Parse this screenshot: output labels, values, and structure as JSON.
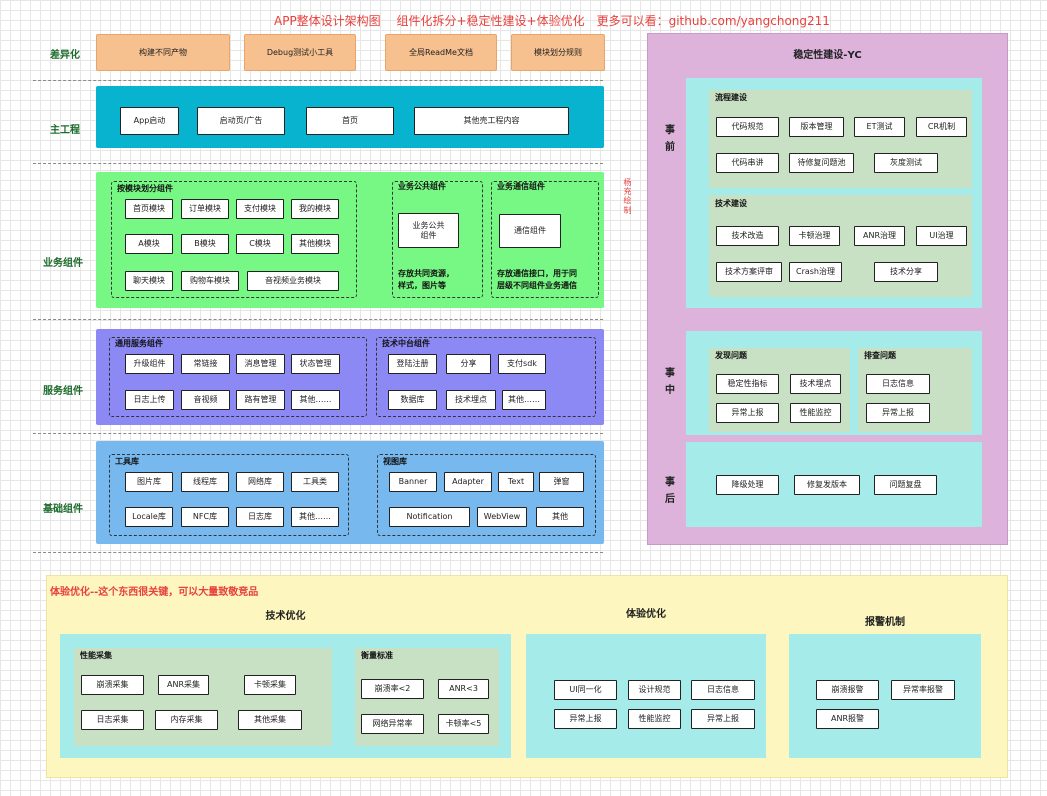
{
  "header": {
    "title": "APP整体设计架构图　 组件化拆分+稳定性建设+体验优化　更多可以看：github.com/yangchong211"
  },
  "rows": {
    "diff": {
      "label": "差异化",
      "items": [
        "构建不同产物",
        "Debug测试小工具",
        "全局ReadMe文档",
        "模块划分规则"
      ]
    },
    "main": {
      "label": "主工程",
      "items": [
        "App启动",
        "启动页/广告",
        "首页",
        "其他壳工程内容"
      ]
    },
    "business": {
      "label": "业务组件",
      "module_group": {
        "title": "按模块划分组件",
        "items": [
          "首页模块",
          "订单模块",
          "支付模块",
          "我的模块",
          "A模块",
          "B模块",
          "C模块",
          "其他模块",
          "聊天模块",
          "购物车模块",
          "音视频业务模块"
        ]
      },
      "public_group": {
        "title": "业务公共组件",
        "box": "业务公共\n组件",
        "note": "存放共同资源，\n样式，图片等"
      },
      "comm_group": {
        "title": "业务通信组件",
        "box": "通信组件",
        "note": "存放通信接口，用于同\n层级不同组件业务通信"
      }
    },
    "service": {
      "label": "服务组件",
      "common_group": {
        "title": "通用服务组件",
        "items": [
          "升级组件",
          "常链接",
          "消息管理",
          "状态管理",
          "日志上传",
          "音视频",
          "路有管理",
          "其他……"
        ]
      },
      "tech_group": {
        "title": "技术中台组件",
        "items": [
          "登陆注册",
          "分享",
          "支付sdk",
          "数据库",
          "技术埋点",
          "其他……"
        ]
      }
    },
    "base": {
      "label": "基础组件",
      "tool_group": {
        "title": "工具库",
        "items": [
          "图片库",
          "线程库",
          "网络库",
          "工具类",
          "Locale库",
          "NFC库",
          "日志库",
          "其他……"
        ]
      },
      "view_group": {
        "title": "视图库",
        "items": [
          "Banner",
          "Adapter",
          "Text",
          "弹窗",
          "Notification",
          "WebView",
          "其他"
        ]
      }
    }
  },
  "side_note": "杨充绘制",
  "stability": {
    "title": "稳定性建设-YC",
    "before": {
      "label": "事前",
      "process": {
        "title": "流程建设",
        "items": [
          "代码规范",
          "版本管理",
          "ET测试",
          "CR机制",
          "代码串讲",
          "待修复问题池",
          "灰度测试"
        ]
      },
      "tech": {
        "title": "技术建设",
        "items": [
          "技术改造",
          "卡顿治理",
          "ANR治理",
          "UI治理",
          "技术方案评审",
          "Crash治理",
          "技术分享"
        ]
      }
    },
    "during": {
      "label": "事中",
      "find": {
        "title": "发现问题",
        "items": [
          "稳定性指标",
          "技术埋点",
          "异常上报",
          "性能监控"
        ]
      },
      "check": {
        "title": "排查问题",
        "items": [
          "日志信息",
          "异常上报"
        ]
      }
    },
    "after": {
      "label": "事后",
      "items": [
        "降级处理",
        "修复发版本",
        "问题复盘"
      ]
    }
  },
  "experience": {
    "title": "体验优化--这个东西很关键，可以大量致敬竞品",
    "tech_opt": {
      "title": "技术优化",
      "perf": {
        "title": "性能采集",
        "items": [
          "崩溃采集",
          "ANR采集",
          "卡顿采集",
          "日志采集",
          "内存采集",
          "其他采集"
        ]
      },
      "metric": {
        "title": "衡量标准",
        "items": [
          "崩溃率<2",
          "ANR<3",
          "网络异常率",
          "卡顿率<5"
        ]
      }
    },
    "ux_opt": {
      "title": "体验优化",
      "items": [
        "UI同一化",
        "设计规范",
        "日志信息",
        "异常上报",
        "性能监控",
        "异常上报"
      ]
    },
    "alarm": {
      "title": "报警机制",
      "items": [
        "崩溃报警",
        "异常率报警",
        "ANR报警"
      ]
    }
  }
}
